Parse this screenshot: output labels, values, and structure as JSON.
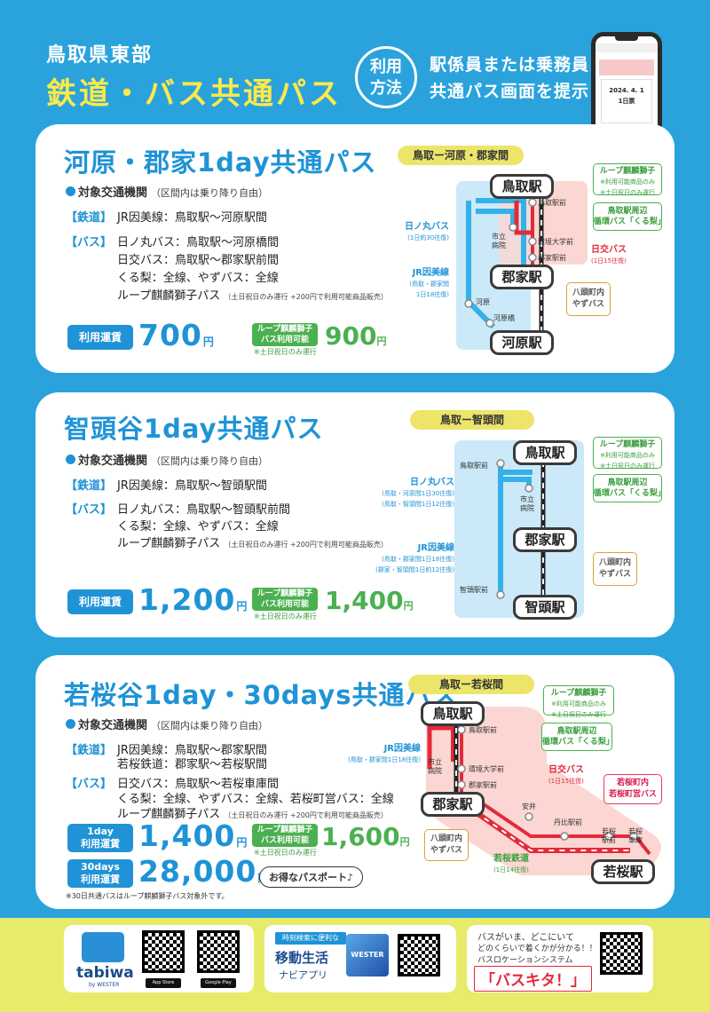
{
  "header": {
    "subtitle": "鳥取県東部",
    "title": "鉄道・バス共通パス",
    "usage_circle_line1": "利用",
    "usage_circle_line2": "方法",
    "usage_text_line1": "駅係員または乗務員に",
    "usage_text_line2": "共通パス画面を提示！",
    "phone_date": "2024. 4. 1",
    "phone_days": "1日票"
  },
  "pass1": {
    "title": "河原・郡家1day共通パス",
    "target_label": "対象交通機関",
    "target_note": "（区間内は乗り降り自由）",
    "rail_tag": "【鉄道】",
    "rail_line": "JR因美線：鳥取駅～河原駅間",
    "bus_tag": "【バス】",
    "bus_lines": [
      "日ノ丸バス：鳥取駅～河原橋間",
      "日交バス：鳥取駅～郡家駅前間",
      "くる梨：全線、やずバス：全線"
    ],
    "loop_line": "ループ麒麟獅子パス",
    "loop_note": "（土日祝日のみ運行 +200円で利用可能商品販売）",
    "price_label": "利用運賃",
    "price": "700",
    "yen": "円",
    "loop_tag_line1": "ループ麒麟獅子",
    "loop_tag_line2": "バス利用可能",
    "loop_tag_note": "※土日祝日のみ運行",
    "price_loop": "900",
    "map": {
      "section": "鳥取ー河原・郡家間",
      "station_top": "鳥取駅",
      "station_mid": "郡家駅",
      "station_bottom": "河原駅",
      "stop_tottori_eki_mae": "鳥取駅前",
      "stop_shiritsu": "市立",
      "stop_byouin": "病院",
      "stop_kankyo": "環境大学前",
      "stop_kouge_eki_mae": "郡家駅前",
      "stop_kawahara": "河原",
      "stop_kawahara_bashi": "河原橋",
      "hinomaru": "日ノ丸バス",
      "hinomaru_note": "(1日約30往復)",
      "jr": "JR因美線",
      "jr_note1": "(鳥取・郡家間",
      "jr_note2": "1日18往復)",
      "nikko": "日交バス",
      "nikko_note": "(1日15往復)",
      "loop_box": "ループ麒麟獅子",
      "loop_box_note1": "※利用可能商品のみ",
      "loop_box_note2": "※土日祝日のみ運行",
      "kuruna_box1": "鳥取駅周辺",
      "kuruna_box2": "循環バス「くる梨」",
      "yazu_box1": "八頭町内",
      "yazu_box2": "やずバス"
    }
  },
  "pass2": {
    "title": "智頭谷1day共通パス",
    "target_label": "対象交通機関",
    "target_note": "（区間内は乗り降り自由）",
    "rail_tag": "【鉄道】",
    "rail_line": "JR因美線：鳥取駅～智頭駅間",
    "bus_tag": "【バス】",
    "bus_lines": [
      "日ノ丸バス：鳥取駅～智頭駅前間",
      "くる梨：全線、やずバス：全線"
    ],
    "loop_line": "ループ麒麟獅子パス",
    "loop_note": "（土日祝日のみ運行 +200円で利用可能商品販売）",
    "price_label": "利用運賃",
    "price": "1,200",
    "yen": "円",
    "loop_tag_line1": "ループ麒麟獅子",
    "loop_tag_line2": "バス利用可能",
    "loop_tag_note": "※土日祝日のみ運行",
    "price_loop": "1,400",
    "map": {
      "section": "鳥取ー智頭間",
      "station_top": "鳥取駅",
      "station_mid": "郡家駅",
      "station_bottom": "智頭駅",
      "stop_tottori_eki_mae": "鳥取駅前",
      "stop_shiritsu": "市立",
      "stop_byouin": "病院",
      "stop_chizu_eki_mae": "智頭駅前",
      "hinomaru": "日ノ丸バス",
      "hinomaru_note1": "(鳥取・河原間1日30往復)",
      "hinomaru_note2": "(鳥取・智頭間1日12往復)",
      "jr": "JR因美線",
      "jr_note1": "(鳥取・郡家間1日18往復)",
      "jr_note2": "(郡家・智頭間1日約12往復)",
      "loop_box": "ループ麒麟獅子",
      "loop_box_note1": "※利用可能商品のみ",
      "loop_box_note2": "※土日祝日のみ運行",
      "kuruna_box1": "鳥取駅周辺",
      "kuruna_box2": "循環バス「くる梨」",
      "yazu_box1": "八頭町内",
      "yazu_box2": "やずバス"
    }
  },
  "pass3": {
    "title": "若桜谷1day・30days共通パス",
    "target_label": "対象交通機関",
    "target_note": "（区間内は乗り降り自由）",
    "rail_tag": "【鉄道】",
    "rail_lines": [
      "JR因美線：鳥取駅～郡家駅間",
      "若桜鉄道：郡家駅～若桜駅間"
    ],
    "bus_tag": "【バス】",
    "bus_lines": [
      "日交バス：鳥取駅～若桜車庫間",
      "くる梨：全線、やずバス：全線、若桜町営バス：全線"
    ],
    "loop_line": "ループ麒麟獅子パス",
    "loop_note": "（土日祝日のみ運行 +200円で利用可能商品販売）",
    "price_label_1day_line1": "1day",
    "price_label_1day_line2": "利用運賃",
    "price_1day": "1,400",
    "yen": "円",
    "loop_tag_line1": "ループ麒麟獅子",
    "loop_tag_line2": "バス利用可能",
    "loop_tag_note": "※土日祝日のみ運行",
    "price_loop": "1,600",
    "price_label_30_line1": "30days",
    "price_label_30_line2": "利用運賃",
    "price_30days": "28,000",
    "otoku": "お得なパスポート♪",
    "footnote": "※30日共通パスはループ麒麟獅子バス対象外です。",
    "map": {
      "section": "鳥取ー若桜間",
      "station_top": "鳥取駅",
      "station_mid": "郡家駅",
      "station_end": "若桜駅",
      "stop_tottori_eki_mae": "鳥取駅前",
      "stop_shiritsu": "市立",
      "stop_byouin": "病院",
      "stop_kankyo": "環境大学前",
      "stop_kouge_eki_mae": "郡家駅前",
      "stop_yasui": "安井",
      "stop_tanpi": "丹比駅前",
      "stop_wakasa_eki_mae1": "若桜",
      "stop_wakasa_eki_mae2": "駅前",
      "stop_wakasa_shako1": "若桜",
      "stop_wakasa_shako2": "車庫",
      "jr": "JR因美線",
      "jr_note": "(鳥取・郡家間1日18往復)",
      "nikko": "日交バス",
      "nikko_note": "(1日15往復)",
      "wakasa_rail": "若桜鉄道",
      "wakasa_rail_note": "(1日14往復)",
      "loop_box": "ループ麒麟獅子",
      "loop_box_note1": "※利用可能商品のみ",
      "loop_box_note2": "※土日祝日のみ運行",
      "kuruna_box1": "鳥取駅周辺",
      "kuruna_box2": "循環バス「くる梨」",
      "yazu_box1": "八頭町内",
      "yazu_box2": "やずバス",
      "wakasa_bus1": "若桜町内",
      "wakasa_bus2": "若桜町営バス"
    }
  },
  "footer": {
    "tabiwa": "tabiwa",
    "tabiwa_by": "by WESTER",
    "app_store": "App Store",
    "google_play": "Google Play",
    "ido_label": "時刻検索に便利な",
    "ido_title": "移動生活",
    "ido_sub": "ナビアプリ",
    "wester": "WESTER",
    "kita_line1": "バスがいま、どこにいて",
    "kita_line2": "どのくらいで着くかが分かる！！",
    "kita_line3": "バスロケーションシステム",
    "kita_name": "「バスキタ！」"
  },
  "colors": {
    "blue": "#1f93d6",
    "sky": "#2aa3dd",
    "yellow": "#ffe94a",
    "green": "#4bb050",
    "red": "#e22a3a"
  }
}
